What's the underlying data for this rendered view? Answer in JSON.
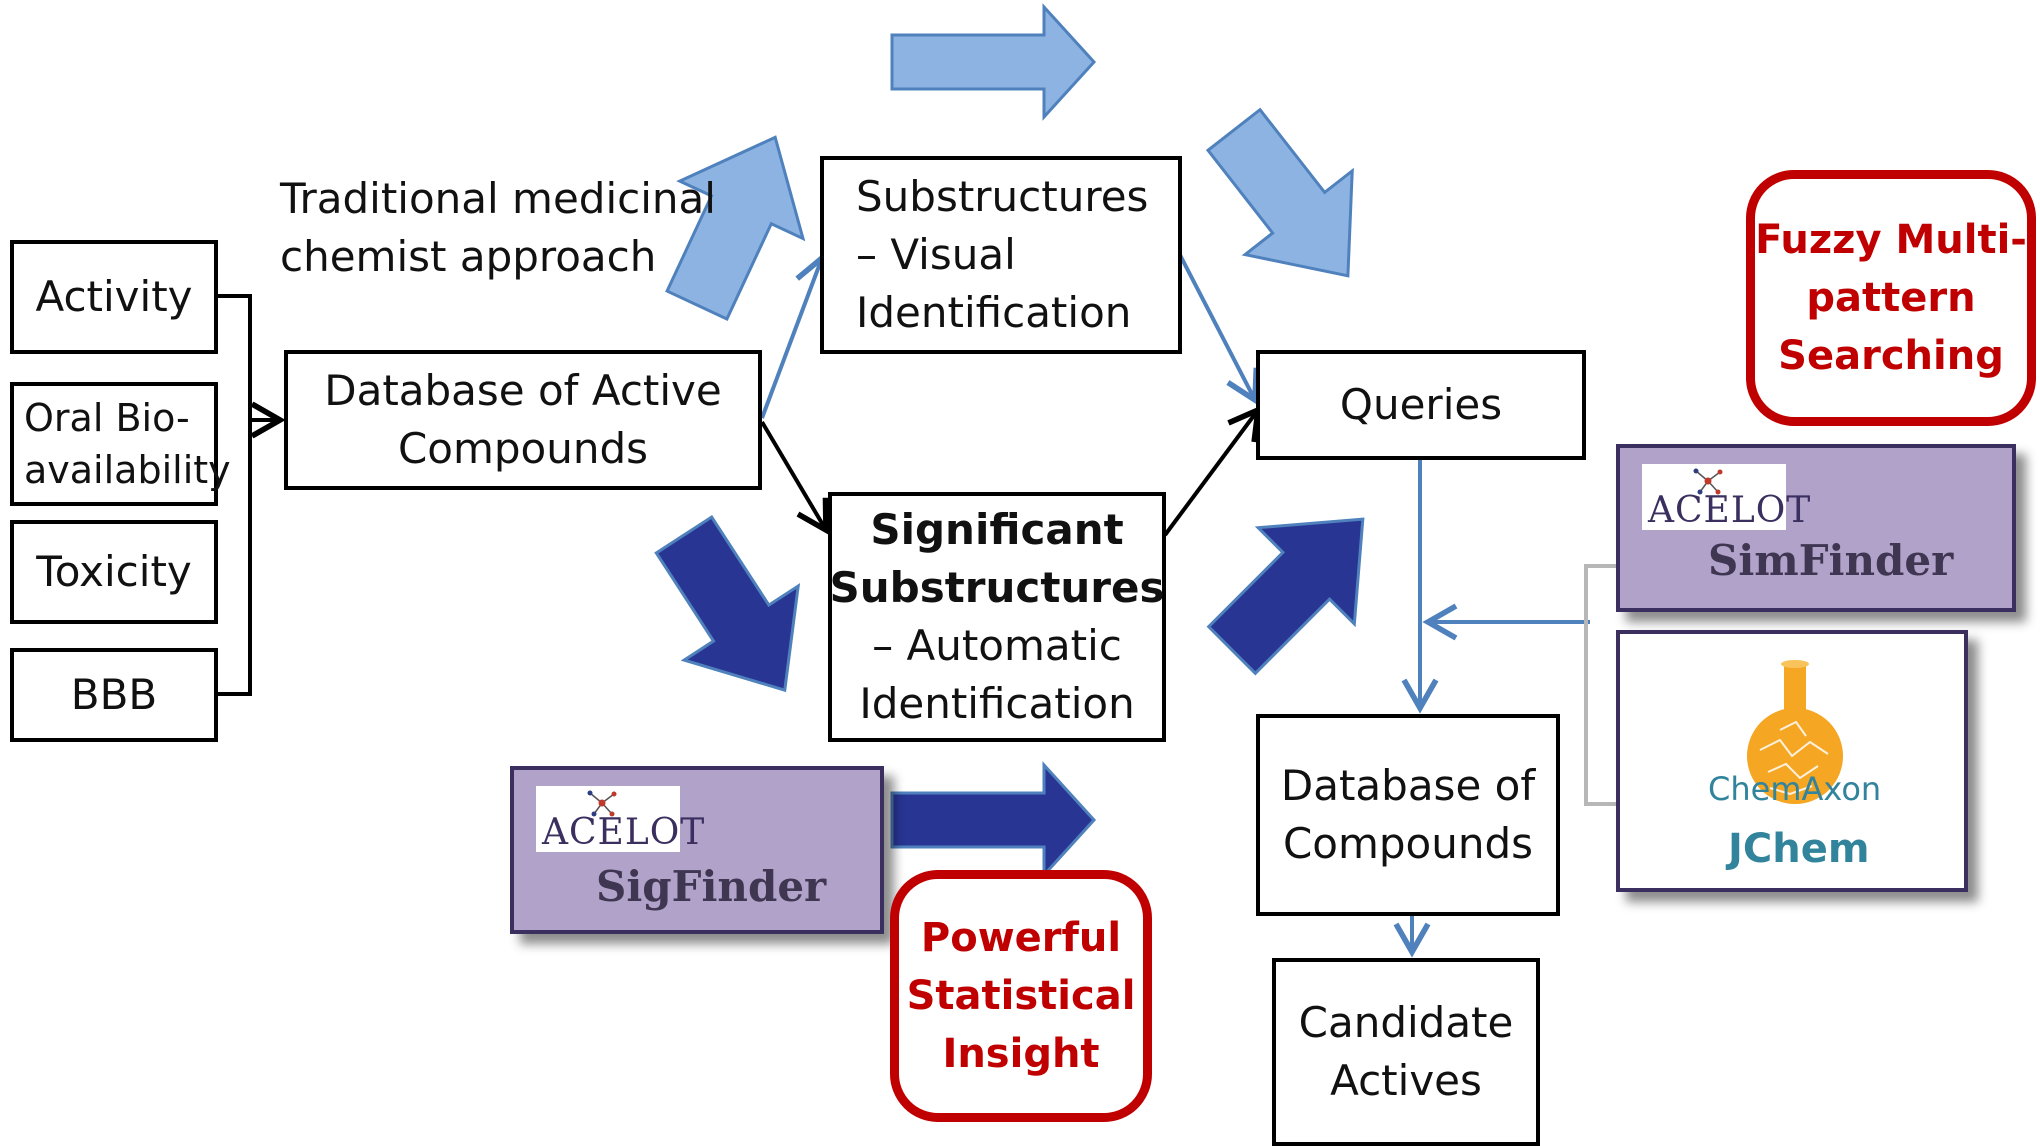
{
  "title_note": [
    "Traditional medicinal",
    "chemist approach"
  ],
  "inputs": [
    {
      "lines": [
        "Activity"
      ]
    },
    {
      "lines": [
        "Oral Bio-",
        "availability"
      ]
    },
    {
      "lines": [
        "Toxicity"
      ]
    },
    {
      "lines": [
        "BBB"
      ]
    }
  ],
  "database_active": [
    "Database of Active",
    "Compounds"
  ],
  "substructures_visual": [
    "Substructures",
    "– Visual",
    "Identification"
  ],
  "significant": {
    "bold_lines": [
      "Significant",
      "Substructures"
    ],
    "lines": [
      "– Automatic",
      "Identification"
    ]
  },
  "queries": "Queries",
  "database_compounds": [
    "Database of",
    "Compounds"
  ],
  "candidate_actives": [
    "Candidate",
    "Actives"
  ],
  "sigfinder": {
    "brand": "ACELOT",
    "product": "SigFinder"
  },
  "simfinder": {
    "brand": "ACELOT",
    "product": "SimFinder"
  },
  "jchem": {
    "brand": "ChemAxon",
    "product": "JChem"
  },
  "callout_statistical": [
    "Powerful",
    "Statistical",
    "Insight"
  ],
  "callout_fuzzy": [
    "Fuzzy Multi-",
    "pattern",
    "Searching"
  ],
  "colors": {
    "light_arrow": "#8db3e2",
    "dark_arrow": "#283593",
    "connector_blue": "#4f81bd",
    "panel_purple": "#b1a2c9",
    "callout_red": "#c00000",
    "jchem_teal": "#31849b",
    "flask_orange": "#f5a623"
  }
}
